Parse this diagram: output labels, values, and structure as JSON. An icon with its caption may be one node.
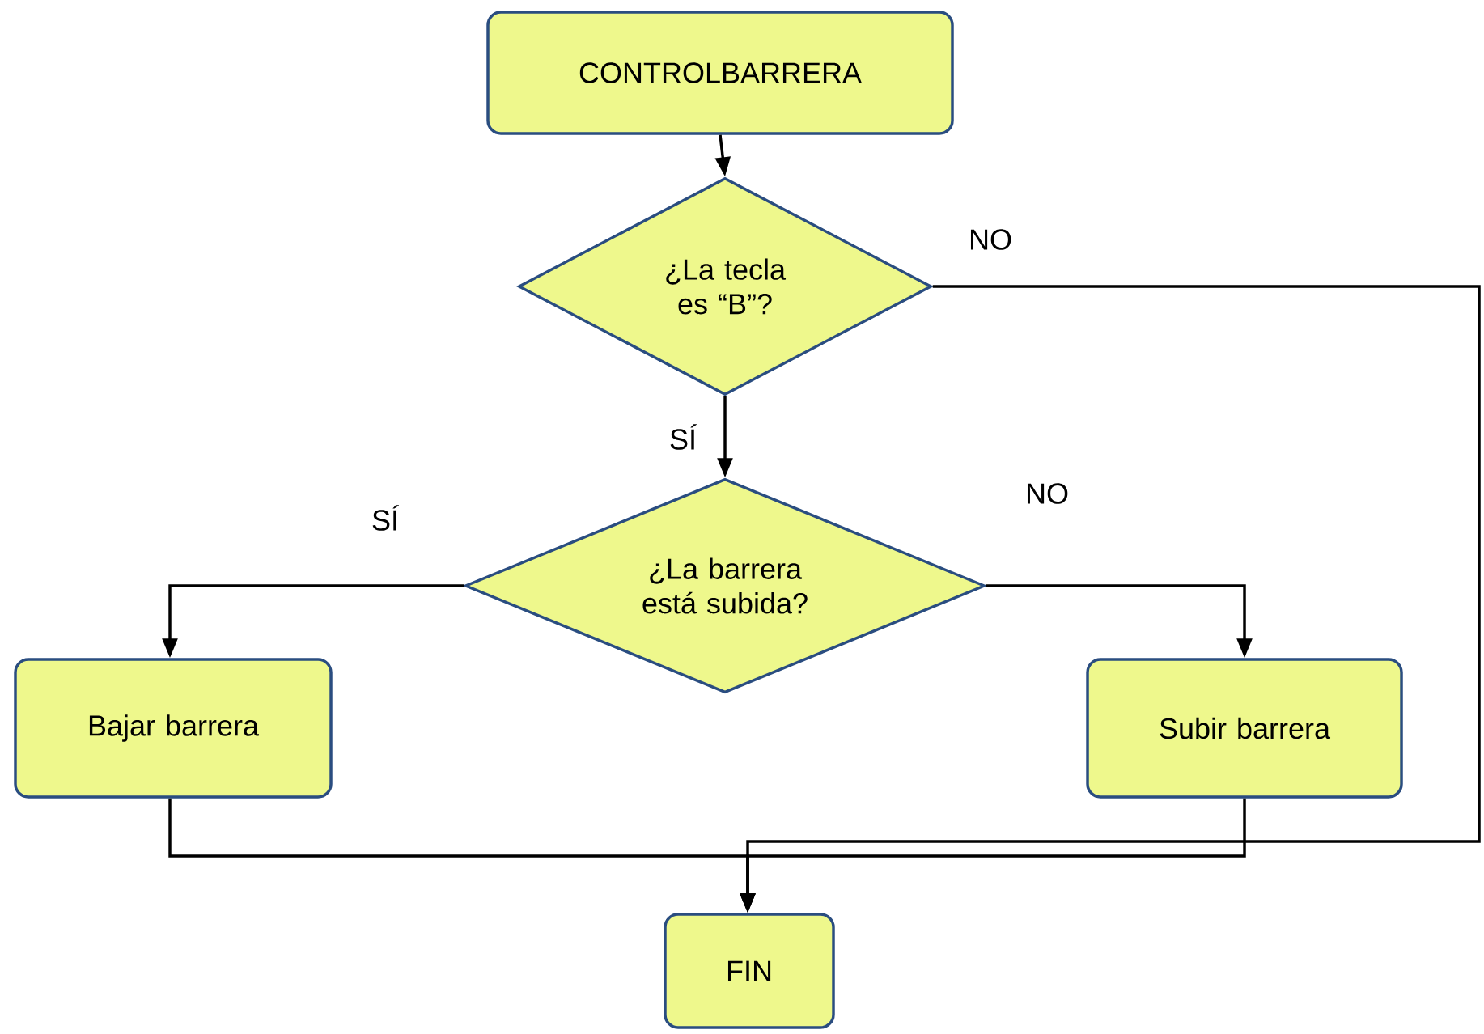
{
  "diagram": {
    "nodes": [
      {
        "text": [
          "CONTROLBARRERA"
        ]
      },
      {
        "text": [
          "¿La tecla es “B”?"
        ]
      },
      {
        "text": [
          "¿La barrera está subida?"
        ]
      },
      {
        "text": [
          "Bajar barrera"
        ]
      },
      {
        "text": [
          "Subir barrera"
        ]
      },
      {
        "text": [
          "FIN"
        ]
      }
    ],
    "edges": [
      {
        "from": 0,
        "to": 1,
        "arrow": "to"
      },
      {
        "from": 1,
        "to": 2,
        "arrow": "to",
        "label": "SÍ"
      },
      {
        "from": 1,
        "to": 5,
        "arrow": "to",
        "label": "NO"
      },
      {
        "from": 2,
        "to": 3,
        "arrow": "to",
        "label": "SÍ"
      },
      {
        "from": 2,
        "to": 4,
        "arrow": "to",
        "label": "NO"
      },
      {
        "from": 3,
        "to": 5,
        "arrow": "to"
      },
      {
        "from": 4,
        "to": 5,
        "arrow": "to"
      }
    ]
  }
}
